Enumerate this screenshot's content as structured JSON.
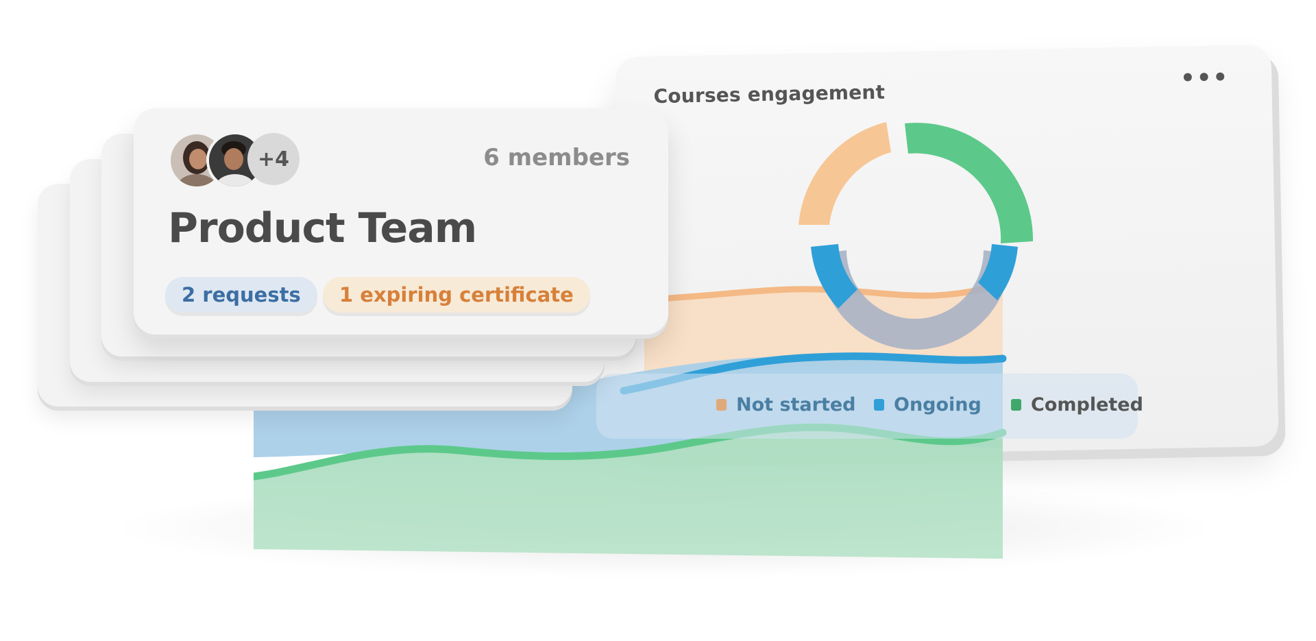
{
  "engagement": {
    "title": "Courses engagement",
    "menu": "•••",
    "legend": [
      {
        "label": "Not started",
        "color": "#e0a97a"
      },
      {
        "label": "Ongoing",
        "color": "#2f9fd8"
      },
      {
        "label": "Completed",
        "color": "#3fa86a"
      }
    ]
  },
  "team": {
    "members": "6 members",
    "extra_avatars": "+4",
    "title": "Product Team",
    "requests": "2 requests",
    "certificate": "1 expiring certificate"
  },
  "colors": {
    "not_started": "#f7c695",
    "ongoing": "#2f9fd8",
    "completed": "#5cc98a"
  }
}
